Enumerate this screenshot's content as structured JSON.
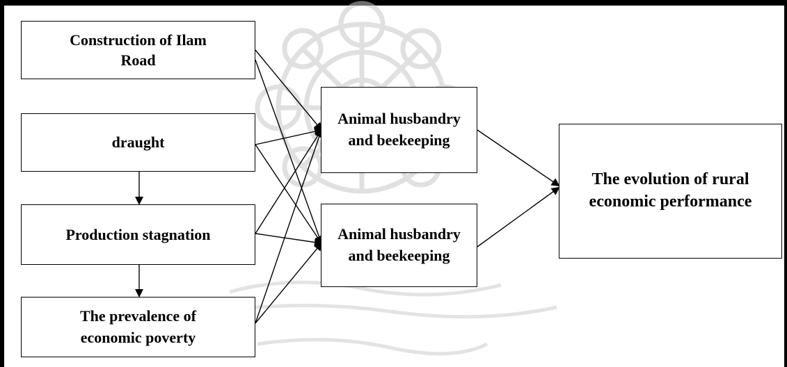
{
  "diagram": {
    "nodes": {
      "construction": "Construction of Ilam Road",
      "draught": "draught",
      "stagnation": "Production stagnation",
      "poverty": "The prevalence of economic poverty",
      "husbandry_1": "Animal husbandry and beekeeping",
      "husbandry_2": "Animal husbandry and beekeeping",
      "evolution": "The evolution of rural economic performance"
    },
    "edges": [
      {
        "from": "construction",
        "to": "husbandry_1"
      },
      {
        "from": "construction",
        "to": "husbandry_2"
      },
      {
        "from": "draught",
        "to": "husbandry_1"
      },
      {
        "from": "draught",
        "to": "husbandry_2"
      },
      {
        "from": "stagnation",
        "to": "husbandry_1"
      },
      {
        "from": "stagnation",
        "to": "husbandry_2"
      },
      {
        "from": "poverty",
        "to": "husbandry_1"
      },
      {
        "from": "poverty",
        "to": "husbandry_2"
      },
      {
        "from": "draught",
        "to": "stagnation"
      },
      {
        "from": "stagnation",
        "to": "poverty"
      },
      {
        "from": "husbandry_1",
        "to": "evolution"
      },
      {
        "from": "husbandry_2",
        "to": "evolution"
      }
    ]
  },
  "colors": {
    "line": "#000000",
    "box_border": "#000000",
    "watermark": "#c8c8c8"
  }
}
